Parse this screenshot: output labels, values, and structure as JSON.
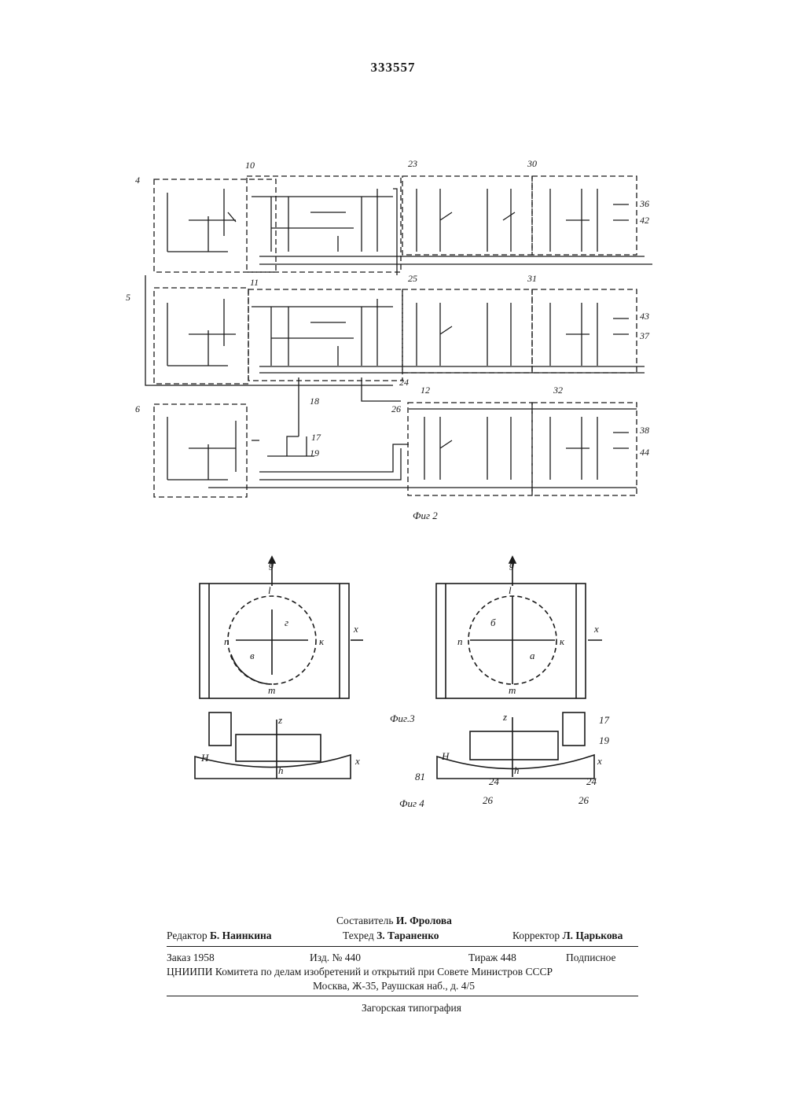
{
  "patent_number": "333557",
  "figures": {
    "fig2": {
      "caption": "Фиг 2",
      "block_labels": [
        "4",
        "10",
        "23",
        "30",
        "5",
        "11",
        "25",
        "31",
        "6",
        "12",
        "32",
        "18",
        "17",
        "19",
        "24",
        "26"
      ],
      "outputs": [
        "36",
        "42",
        "43",
        "37",
        "38",
        "44"
      ]
    },
    "fig3": {
      "caption": "Фиг.3",
      "axis_y": "g",
      "axis_x": "x",
      "points": [
        "l",
        "n",
        "к",
        "m"
      ],
      "left_marks": [
        "г",
        "в"
      ],
      "right_marks": [
        "б",
        "а"
      ]
    },
    "fig4": {
      "caption": "Фиг 4",
      "labels": [
        "H",
        "h",
        "z",
        "x",
        "17",
        "19",
        "81",
        "24",
        "26"
      ]
    }
  },
  "imprint": {
    "compiler_label": "Составитель",
    "compiler_name": "И. Фролова",
    "editor_label": "Редактор",
    "editor_name": "Б. Наинкина",
    "techred_label": "Техред",
    "techred_name": "З. Тараненко",
    "corrector_label": "Корректор",
    "corrector_name": "Л. Царькова",
    "order": "Заказ 1958",
    "edition_no": "Изд. № 440",
    "print_run": "Тираж 448",
    "subscription": "Подписное",
    "institute": "ЦНИИПИ Комитета по делам изобретений и открытий при Совете Министров СССР",
    "address": "Москва, Ж-35, Раушская наб., д. 4/5",
    "printer": "Загорская типография"
  }
}
